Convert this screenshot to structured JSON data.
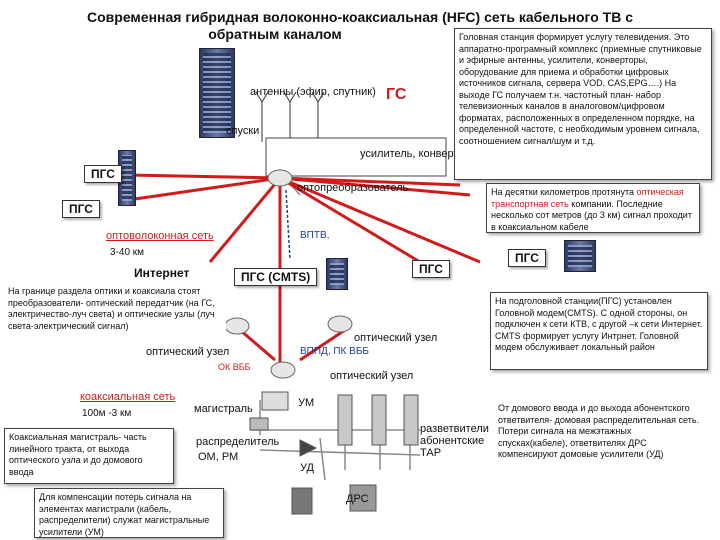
{
  "title_line1": "Современная гибридная волоконно-коаксиальная (HFC) сеть кабельного ТВ с",
  "title_line2": "обратным каналом",
  "labels": {
    "antennas": "антенны (эфир, спутник)",
    "gs": "ГС",
    "spuski": "спуски",
    "amplifier": "усилитель, конвертор",
    "pgs_left1": "ПГС",
    "pgs_left2": "ПГС",
    "optoconverter": "оптопреобразователь",
    "optical_net": "оптоволоконная сеть",
    "km_3_40": "3-40 км",
    "internet": "Интернет",
    "pgs_cmts": "ПГС (CMTS)",
    "bptv": "ВПТВ,",
    "pgs_right1": "ПГС",
    "pgs_right2": "ПГС",
    "optical_node1": "оптический узел",
    "optical_node2": "оптический узел",
    "bppd": "ВППД,  ПК ВББ",
    "ok_vbb": "ОК ВББ",
    "optical_node3": "оптический узел",
    "coax_net": "коаксиальная сеть",
    "km_100m_3": "100м -3 км",
    "magistral": "магистраль",
    "um": "УМ",
    "distributor": "распределитель",
    "om_rm": "ОМ, РМ",
    "ud": "УД",
    "ab_splitters": "разветвители\nабонентские\nТАР",
    "drs": "ДРС"
  },
  "boxes": {
    "headend": "Головная станция формирует услугу телевидения. Это аппаратно-програмный комплекс (приемные спутниковые и эфирные антенны, усилители, конверторы, оборудование для приема и обработки цифровых источников сигнала, сервера VOD, CAS,EPG….) На выходе ГС получаем т.н. частотный план- набор телевизионных каналов в аналоговом/цифровом форматах, расположенных в определенном порядке, на определенной частоте, с необходимым уровнем сигнала, соотношением сигнал/шум и т.д.",
    "optical_transport_pre": "На десятки километров протянута ",
    "optical_transport_red": "оптическая транспортная сеть",
    "optical_transport_post": " компании. Последние несколько сот метров (до 3 км) сигнал проходит в коаксиальном кабеле",
    "boundary": "На границе раздела оптики и коаксиала стоят преобразователи- оптический передатчик (на ГС, электричество-луч света) и оптические узлы (луч света-электрический сигнал)",
    "pgs_desc": "На подголовной станции(ПГС) установлен Головной модем(CMTS). С одной стороны, он подключен к сети КТВ, с другой –к сети Интернет. CMTS формирует услугу Интрнет. Головной модем обслуживает локальный район",
    "home": "От домового ввода и до выхода абонентского ответвителя- домовая распределительная сеть. Потери сигнала на межэтажных спусках(кабеле), ответвителях ДРС компенсируют домовые усилители (УД)",
    "coax_main": "Коаксиальная магистраль- часть линейного тракта, от выхода оптического узла и до домового ввода",
    "compensation": "Для компенсации потерь сигнала на элементах магистрали (кабель, распределители) служат магистральные усилители (УМ)"
  },
  "colors": {
    "red": "#d11b1b",
    "blue": "#1a3f9a",
    "gray": "#8a8a8a"
  }
}
